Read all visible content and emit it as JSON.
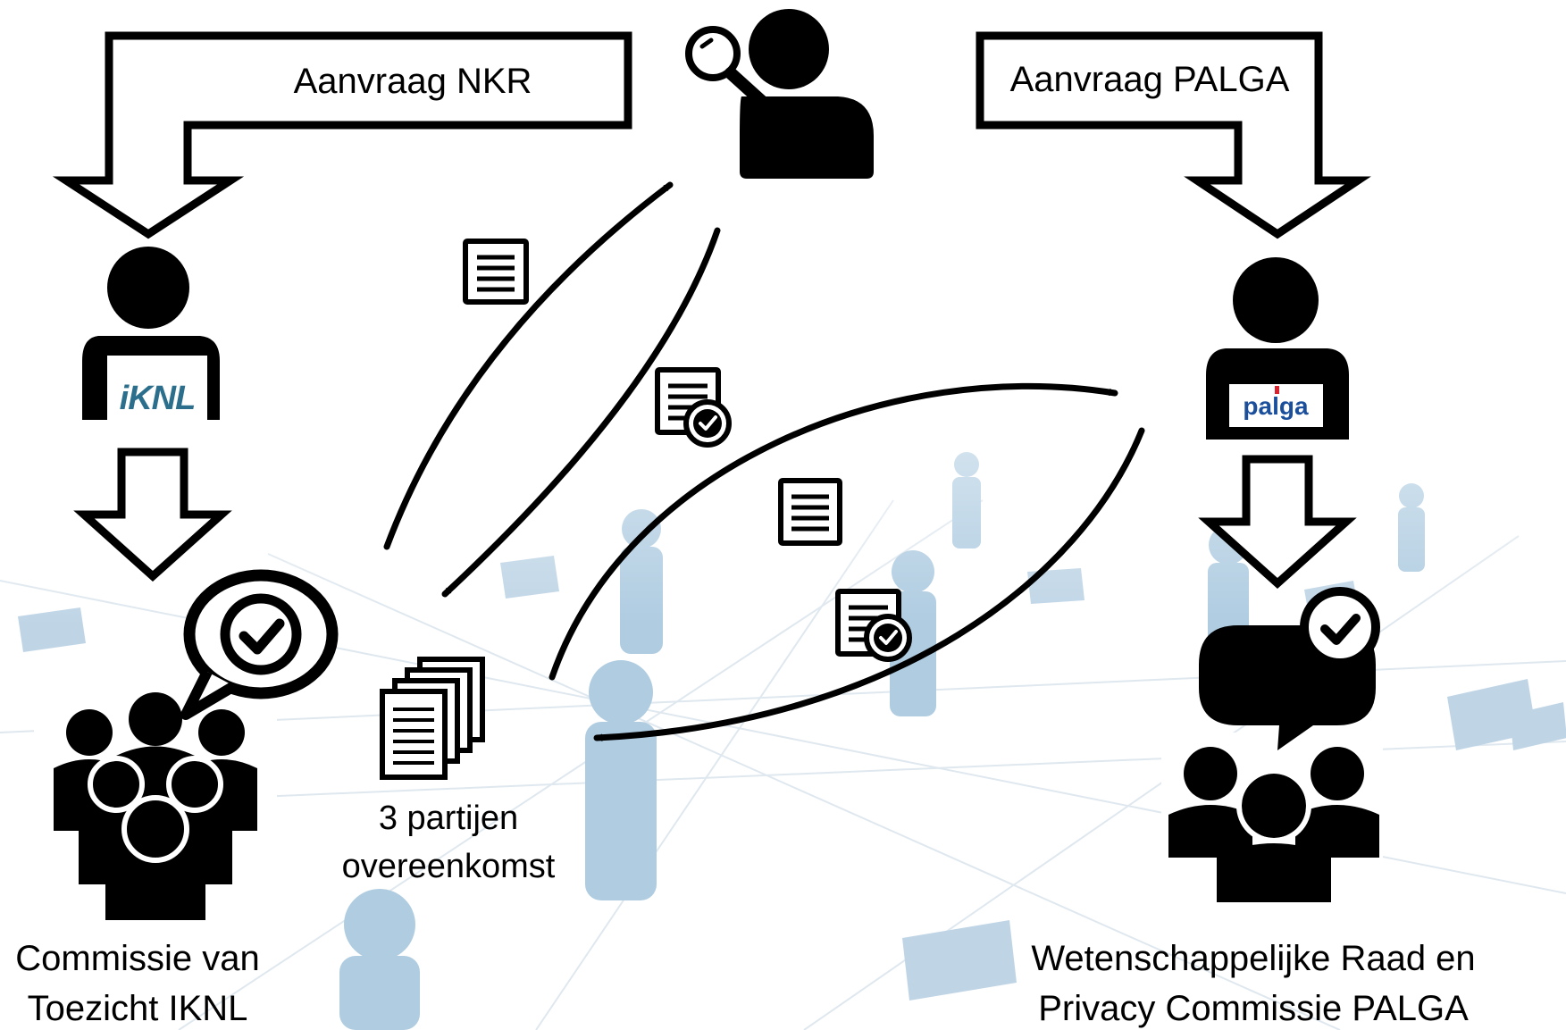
{
  "labels": {
    "aanvraag_nkr": "Aanvraag NKR",
    "aanvraag_palga": "Aanvraag PALGA",
    "agreement_line1": "3 partijen",
    "agreement_line2": "overeenkomst",
    "left_committee_line1": "Commissie van",
    "left_committee_line2": "Toezicht IKNL",
    "right_committee_line1": "Wetenschappelijke Raad en",
    "right_committee_line2": "Privacy Commissie PALGA"
  },
  "logos": {
    "iknl": "iKNL",
    "palga": "palga"
  },
  "icons": {
    "researcher": "researcher-search-icon",
    "iknl_person": "person-icon",
    "palga_person": "person-icon",
    "left_group": "group-icon",
    "right_group": "group-icon",
    "document": "document-icon",
    "approved_document": "document-check-icon",
    "stack": "document-stack-icon",
    "speech_check": "speech-bubble-check-icon"
  },
  "colors": {
    "ink": "#000000",
    "background_network": "#b9cfe0",
    "iknl_blue": "#1a8bb3",
    "iknl_dark": "#2b6f8c",
    "palga_blue": "#1b4f9c",
    "palga_red": "#d9232e"
  }
}
